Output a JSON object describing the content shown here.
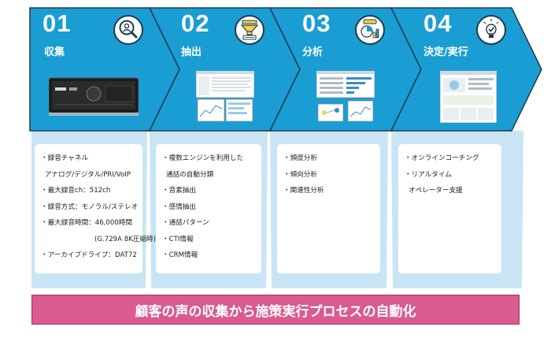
{
  "steps": [
    {
      "number": "01",
      "label": "収集",
      "icon": "search-person-icon",
      "image": "recorder-hardware-image",
      "items": [
        {
          "text": "・録音チャネル",
          "indent": 0
        },
        {
          "text": "アナログ/デジタル/PRI/VoIP",
          "indent": 1
        },
        {
          "text": "・最大録音ch：512ch",
          "indent": 0
        },
        {
          "text": "・録音方式：モノラル/ステレオ",
          "indent": 0
        },
        {
          "text": "・最大録音時間：46,000時間",
          "indent": 0
        },
        {
          "text": "(G.729A 8K圧縮時)",
          "indent": 2
        },
        {
          "text": "・アーカイブドライブ：DAT72",
          "indent": 0
        }
      ]
    },
    {
      "number": "02",
      "label": "抽出",
      "icon": "funnel-icon",
      "image": "extraction-software-screenshot",
      "items": [
        {
          "text": "・複数エンジンを利用した",
          "indent": 0
        },
        {
          "text": "通話の自動分類",
          "indent": 1
        },
        {
          "text": "・音素抽出",
          "indent": 0
        },
        {
          "text": "・感情抽出",
          "indent": 0
        },
        {
          "text": "・通話パターン",
          "indent": 0
        },
        {
          "text": "・CTI情報",
          "indent": 0
        },
        {
          "text": "・CRM情報",
          "indent": 0
        }
      ]
    },
    {
      "number": "03",
      "label": "分析",
      "icon": "analytics-chart-icon",
      "image": "analysis-software-screenshot",
      "items": [
        {
          "text": "・頻度分析",
          "indent": 0
        },
        {
          "text": "・傾向分析",
          "indent": 0
        },
        {
          "text": "・関連性分析",
          "indent": 0
        }
      ]
    },
    {
      "number": "04",
      "label": "決定/実行",
      "icon": "lightbulb-check-icon",
      "image": "coaching-software-screenshot",
      "items": [
        {
          "text": "・オンラインコーチング",
          "indent": 0
        },
        {
          "text": "・リアルタイム",
          "indent": 0
        },
        {
          "text": "オペレーター支援",
          "indent": 1
        }
      ]
    }
  ],
  "banner": {
    "text": "顧客の声の収集から施策実行プロセスの自動化"
  },
  "colors": {
    "header": "#1a9dd3",
    "column": "#c9e5f5",
    "outline": "#1f3b4d",
    "banner": "#d95b8f",
    "icon_accent": "#f3d24a"
  }
}
